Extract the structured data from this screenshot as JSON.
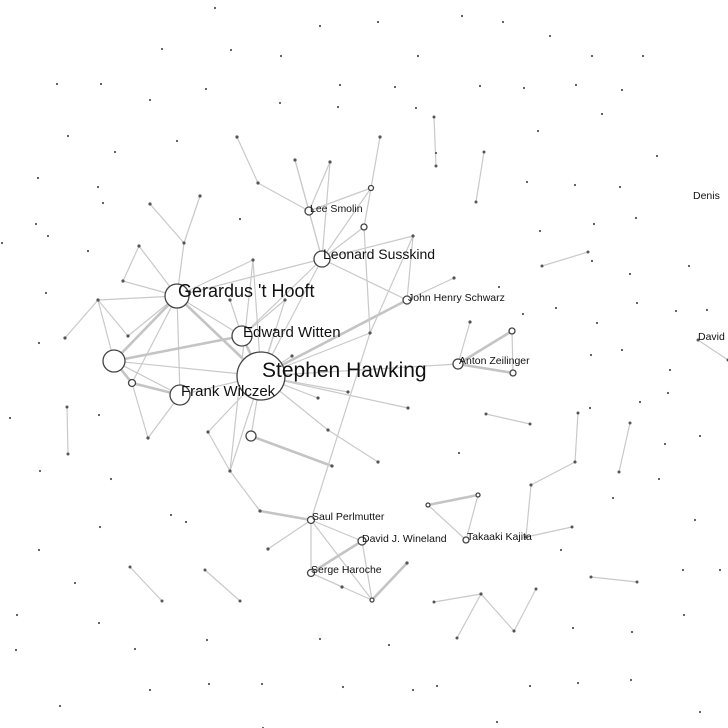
{
  "graph": {
    "labels": {
      "hawking": "Stephen Hawking",
      "hooft": "Gerardus 't Hooft",
      "witten": "Edward Witten",
      "wilczek": "Frank Wilczek",
      "susskind": "Leonard Susskind",
      "smolin": "Lee Smolin",
      "schwarz": "John Henry Schwarz",
      "zeilinger": "Anton Zeilinger",
      "perlmutter": "Saul Perlmutter",
      "wineland": "David J. Wineland",
      "haroche": "Serge Haroche",
      "kajita": "Takaaki Kajita",
      "denis": "Denis",
      "david": "David"
    }
  }
}
